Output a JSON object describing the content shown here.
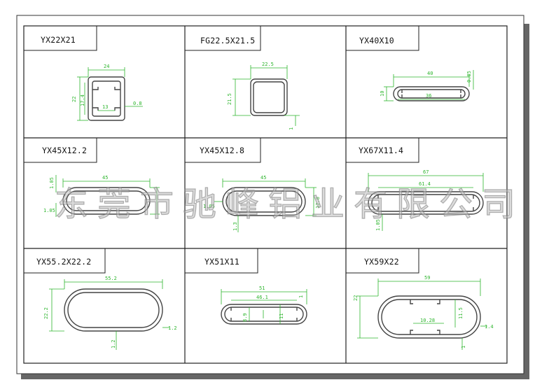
{
  "watermark": "东莞市驰峰铝业有限公司",
  "colors": {
    "outline": "#444444",
    "dimension": "#2db52d",
    "border": "#222222"
  },
  "profiles": [
    {
      "id": "YX22X21",
      "dims": [
        "24",
        "22",
        "17.4",
        "13",
        "0.8"
      ]
    },
    {
      "id": "FG22.5X21.5",
      "dims": [
        "22.5",
        "21.5",
        "1"
      ]
    },
    {
      "id": "YX40X10",
      "dims": [
        "40",
        "36",
        "10",
        "0.85"
      ]
    },
    {
      "id": "YX45X12.2",
      "dims": [
        "45",
        "1.05",
        "1.05"
      ]
    },
    {
      "id": "YX45X12.8",
      "dims": [
        "45",
        "1.05",
        "12.8",
        "1.3"
      ]
    },
    {
      "id": "YX67X11.4",
      "dims": [
        "67",
        "61.4",
        "1.05"
      ]
    },
    {
      "id": "YX55.2X22.2",
      "dims": [
        "55.2",
        "22.2",
        "1.2",
        "1.2"
      ]
    },
    {
      "id": "YX51X11",
      "dims": [
        "51",
        "46.1",
        "1",
        "8.9",
        "11"
      ]
    },
    {
      "id": "YX59X22",
      "dims": [
        "59",
        "22",
        "10.28",
        "1.4",
        "11.5",
        "1"
      ]
    }
  ]
}
